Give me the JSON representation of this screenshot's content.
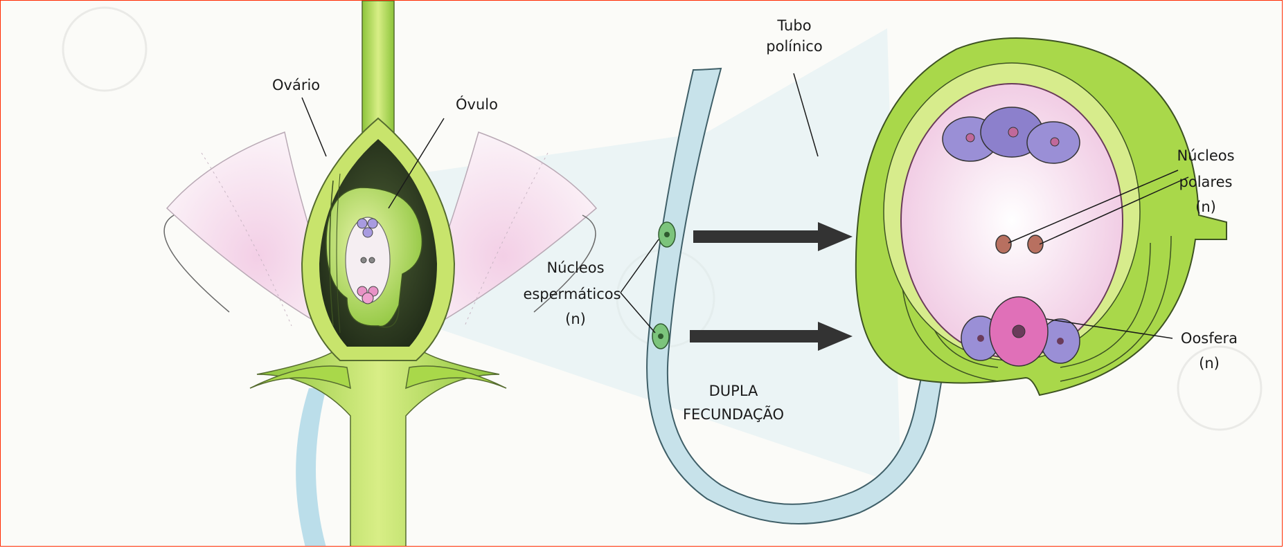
{
  "labels": {
    "ovario": "Ovário",
    "ovulo": "Óvulo",
    "tubo_line1": "Tubo",
    "tubo_line2": "polínico",
    "nucleos_polares_line1": "Núcleos",
    "nucleos_polares_line2": "polares",
    "nucleos_polares_line3": "(n)",
    "nucleos_esp_line1": "Núcleos",
    "nucleos_esp_line2": "espermáticos",
    "nucleos_esp_line3": "(n)",
    "oosfera_line1": "Oosfera",
    "oosfera_line2": "(n)",
    "dupla_line1": "DUPLA",
    "dupla_line2": "FECUNDAÇÃO"
  },
  "colors": {
    "border": "#ff2a00",
    "tissue_green": "#a9d84a",
    "light_green": "#d7ec8c",
    "petal_pink": "#f0c8e0",
    "tube_blue": "#c7e2ea",
    "sac_pink": "#f7dcec",
    "cell_purple": "#9a8fd6",
    "egg_magenta": "#e070b8",
    "arrow_dark": "#333333"
  }
}
